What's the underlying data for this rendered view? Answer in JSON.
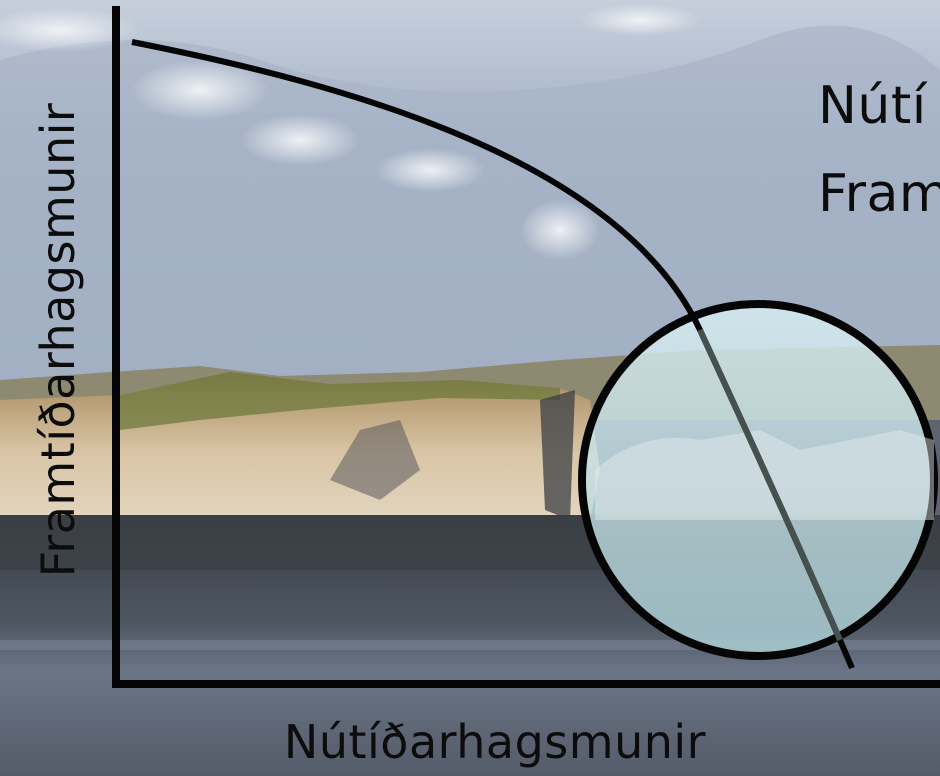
{
  "diagram": {
    "y_axis_label": "Framtíðarhagsmunir",
    "x_axis_label": "Nútíðarhagsmunir",
    "legend_line_1": "Nútí",
    "legend_line_2": "Fram"
  },
  "colors": {
    "line": "#0a0a0a",
    "sky": "#a9b6ca",
    "cliff": "#cdb89a",
    "water": "#4c5460",
    "circle_fill": "#bfdbe4"
  }
}
